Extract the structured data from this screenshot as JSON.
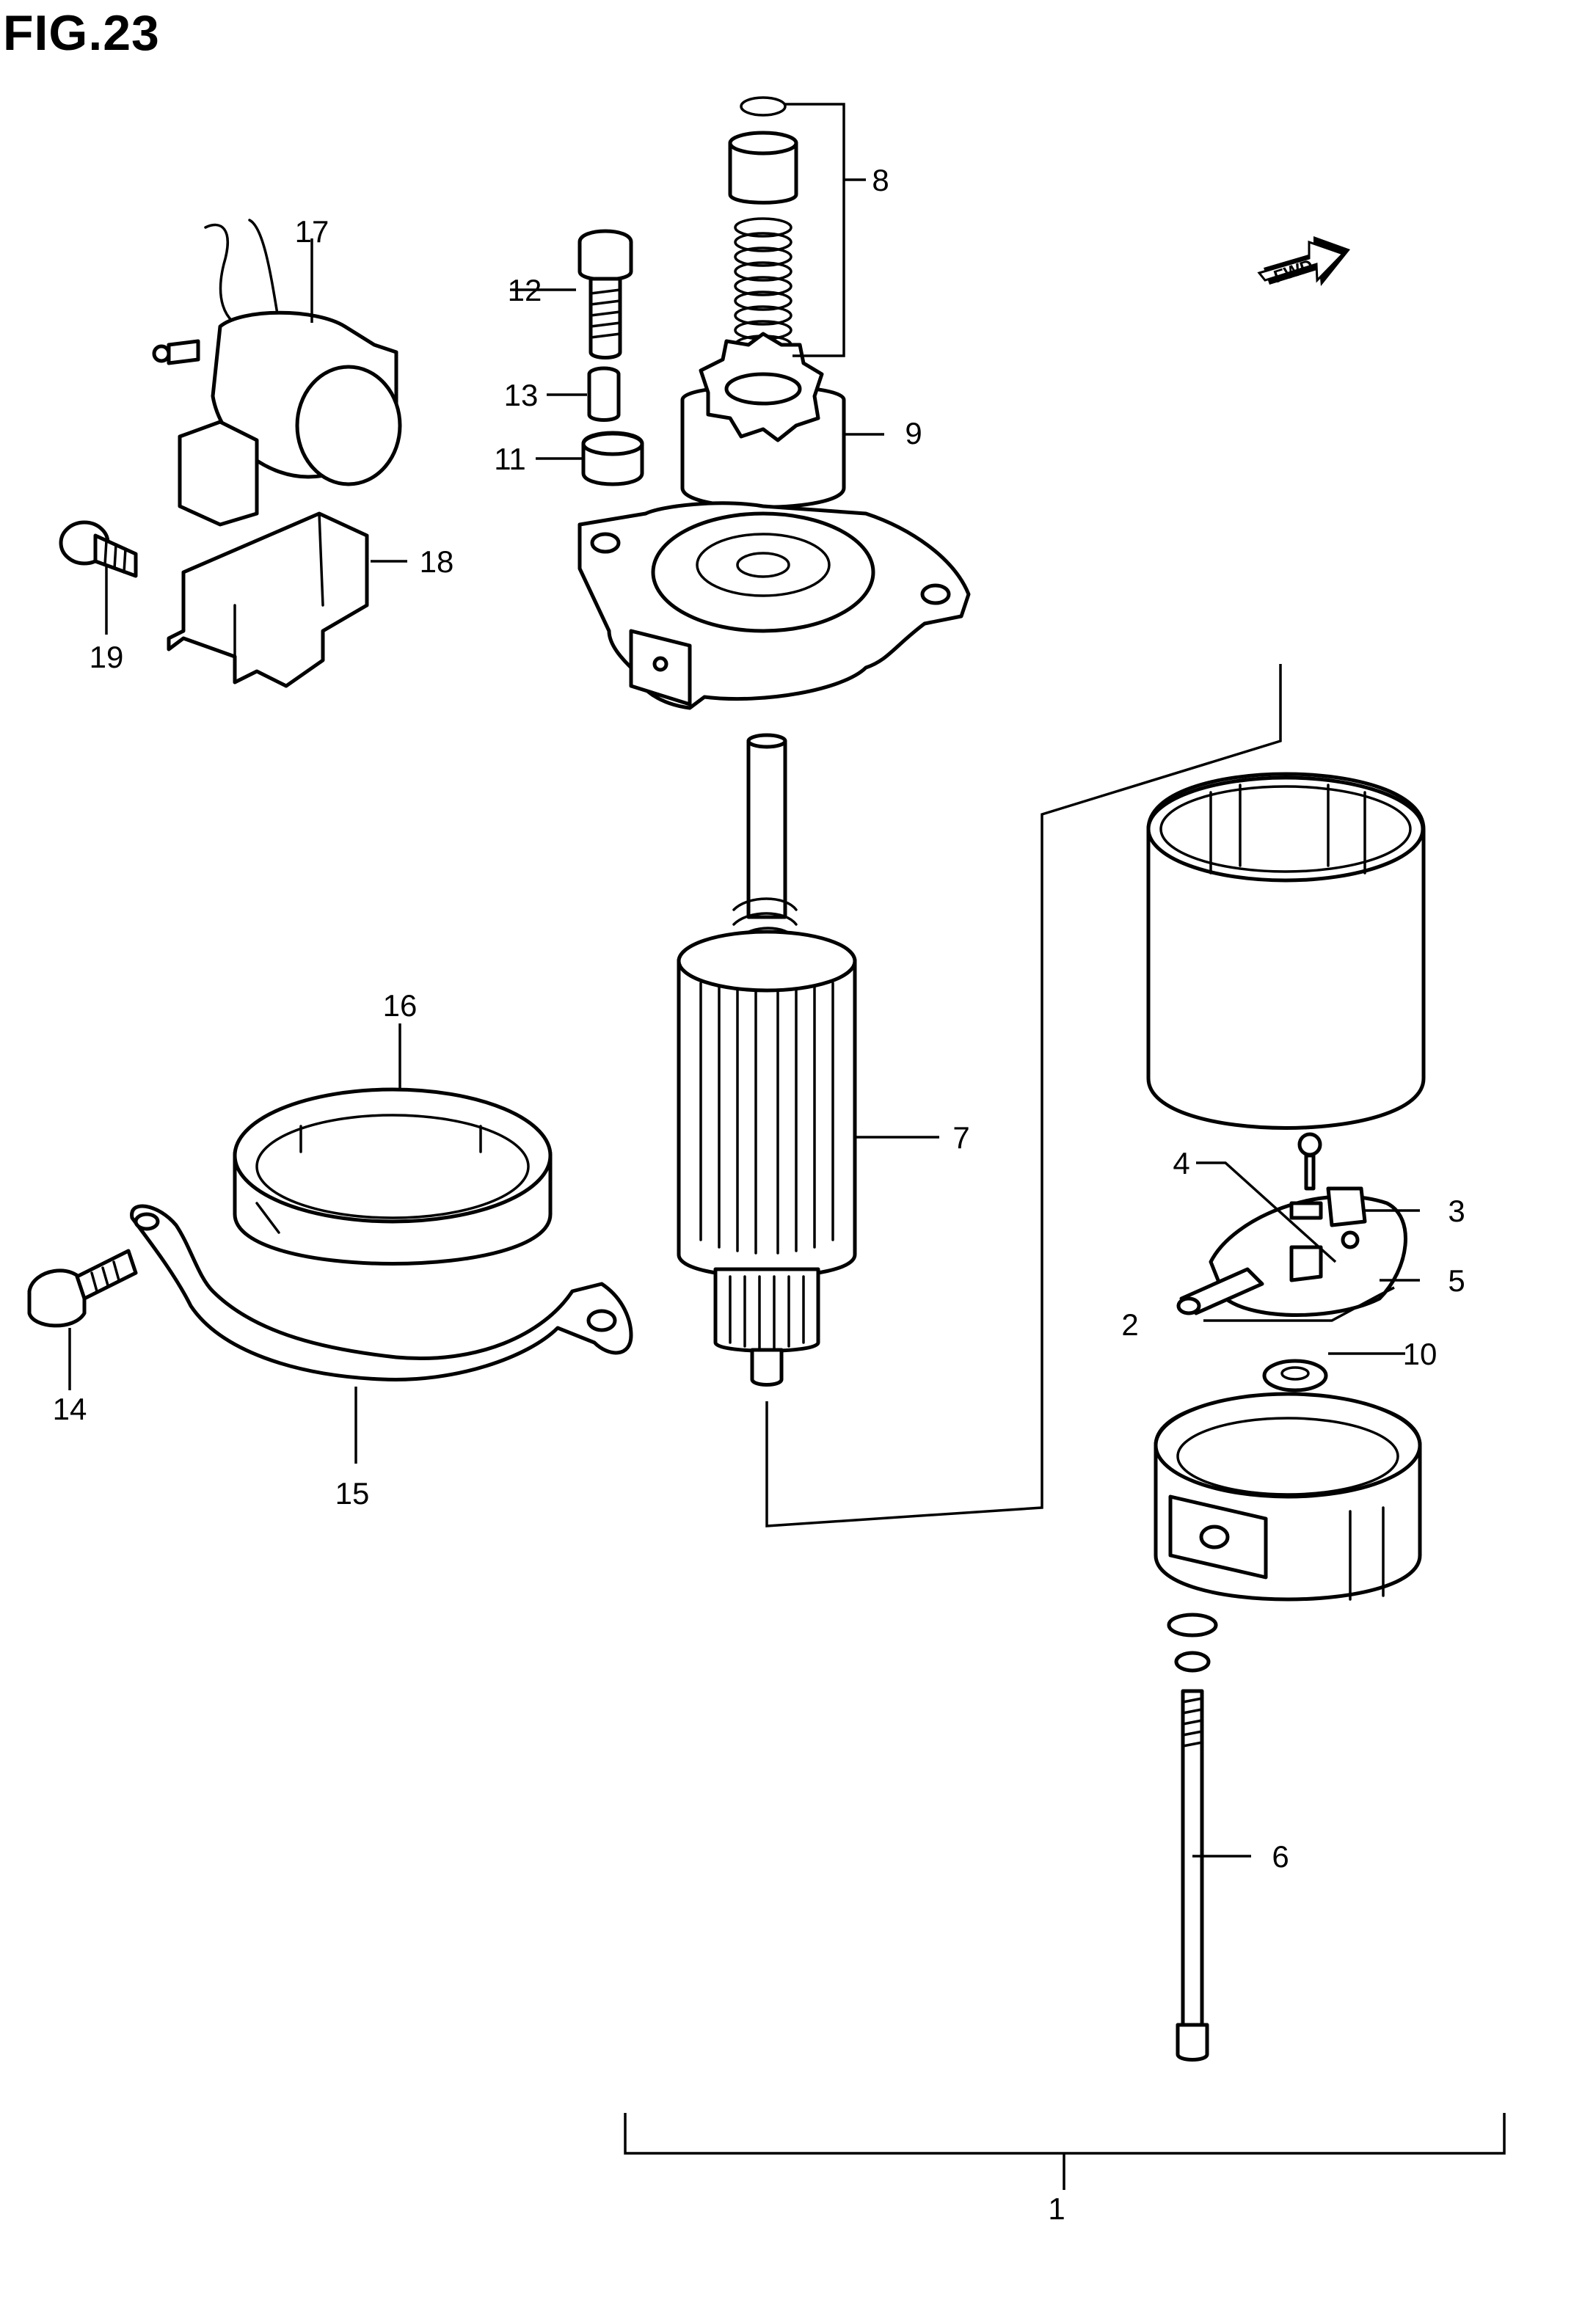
{
  "figure": {
    "title": "FIG.23"
  },
  "direction_badge": {
    "text": "FWD"
  },
  "callouts": [
    {
      "id": "c1",
      "label": "1"
    },
    {
      "id": "c2",
      "label": "2"
    },
    {
      "id": "c3",
      "label": "3"
    },
    {
      "id": "c4",
      "label": "4"
    },
    {
      "id": "c5",
      "label": "5"
    },
    {
      "id": "c6",
      "label": "6"
    },
    {
      "id": "c7",
      "label": "7"
    },
    {
      "id": "c8",
      "label": "8"
    },
    {
      "id": "c9",
      "label": "9"
    },
    {
      "id": "c10",
      "label": "10"
    },
    {
      "id": "c11",
      "label": "11"
    },
    {
      "id": "c12",
      "label": "12"
    },
    {
      "id": "c13",
      "label": "13"
    },
    {
      "id": "c14",
      "label": "14"
    },
    {
      "id": "c15",
      "label": "15"
    },
    {
      "id": "c16",
      "label": "16"
    },
    {
      "id": "c17",
      "label": "17"
    },
    {
      "id": "c18",
      "label": "18"
    },
    {
      "id": "c19",
      "label": "19"
    }
  ]
}
